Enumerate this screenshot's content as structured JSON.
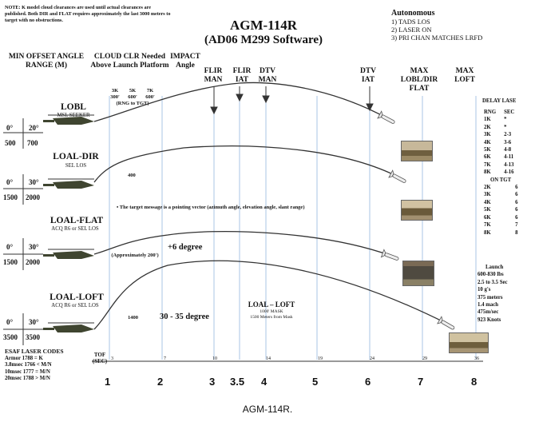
{
  "note": "NOTE: K model cloud clearances are used until actual clearances are published. Both DIR and FLAT requires approximately the last 3000 meters to target with no obstructions.",
  "title": "AGM-114R",
  "subtitle": "(AD06 M299 Software)",
  "autonomous": {
    "heading": "Autonomous",
    "items": [
      "1) TADS LOS",
      "2) LASER ON",
      "3) PRI CHAN MATCHES LRFD"
    ]
  },
  "headers": {
    "min_offset": "MIN OFFSET ANGLE RANGE (M)",
    "cloud_clr": "CLOUD CLR Needed Above Launch Platform",
    "impact": "IMPACT Angle",
    "flir_man": "FLIR MAN",
    "flir_iat": "FLIR IAT",
    "dtv_man": "DTV MAN",
    "dtv_iat": "DTV IAT",
    "max_lobl": "MAX LOBL/DIR FLAT",
    "max_loft": "MAX LOFT",
    "delay_lase": "DELAY LASE"
  },
  "cloud_cols": [
    {
      "range": "3K",
      "value": "300'"
    },
    {
      "range": "5K",
      "value": "600'"
    },
    {
      "range": "7K",
      "value": "600'"
    }
  ],
  "rng_to_tgt": "(RNG to TGT)",
  "modes": [
    {
      "name": "LOBL",
      "sub": "MSL SEEKER",
      "angle": "0°",
      "offset": "20°",
      "r1": "500",
      "r2": "700"
    },
    {
      "name": "LOAL-DIR",
      "sub": "SEL LOS",
      "angle": "0°",
      "offset": "30°",
      "r1": "1500",
      "r2": "2000"
    },
    {
      "name": "LOAL-FLAT",
      "sub": "ACQ R6 or SEL LOS",
      "angle": "0°",
      "offset": "30°",
      "r1": "1500",
      "r2": "2000"
    },
    {
      "name": "LOAL-LOFT",
      "sub": "ACQ R6 or SEL LOS",
      "angle": "0°",
      "offset": "30°",
      "r1": "3500",
      "r2": "3500"
    }
  ],
  "annotations": {
    "dir_clr": "400",
    "flat_clr": "(Approximately 200')",
    "flat_impact": "+6 degree",
    "loft_clr": "1400",
    "loft_impact": "30 - 35 degree",
    "loft_label": "LOAL – LOFT",
    "loft_mask": "1000' MASK",
    "loft_mask2": "1500 Meters from Mask",
    "pointing": "The target message is a pointing vector (azimuth angle, elevation angle, slant range)"
  },
  "delay_table": {
    "cols": [
      "RNG",
      "SEC"
    ],
    "rows": [
      [
        "1K",
        "*"
      ],
      [
        "2K",
        "*"
      ],
      [
        "3K",
        "2-3"
      ],
      [
        "4K",
        "3-6"
      ],
      [
        "5K",
        "4-8"
      ],
      [
        "6K",
        "4-11"
      ],
      [
        "7K",
        "4-13"
      ],
      [
        "8K",
        "4-16"
      ]
    ],
    "on_tgt": "ON TGT",
    "rows2": [
      [
        "2K",
        "6"
      ],
      [
        "3K",
        "6"
      ],
      [
        "4K",
        "6"
      ],
      [
        "5K",
        "6"
      ],
      [
        "6K",
        "6"
      ],
      [
        "7K",
        "7"
      ],
      [
        "8K",
        "8"
      ]
    ]
  },
  "launch": {
    "heading": "Launch",
    "lines": [
      "600-830 lbs",
      "2.5 to 3.5 Sec",
      "10 g's",
      "375 meters",
      "1.4 mach",
      "475m/sec",
      "923 Knots"
    ]
  },
  "esaf": {
    "heading": "ESAF LASER CODES",
    "rows": [
      "Armor 1788 = K",
      "3.8msec 1766 < M/N",
      "10msec 1777 = M/N",
      "20msec 1788 > M/N"
    ]
  },
  "tof_label": "TOF (SEC)",
  "tof_values": [
    "3",
    "7",
    "10",
    "14",
    "19",
    "24",
    "29",
    "36"
  ],
  "axis_km": [
    "1",
    "2",
    "3",
    "3.5",
    "4",
    "5",
    "6",
    "7",
    "8"
  ],
  "caption": "AGM-114R.",
  "colors": {
    "grid": "#a9c4e4",
    "curve": "#333333"
  }
}
